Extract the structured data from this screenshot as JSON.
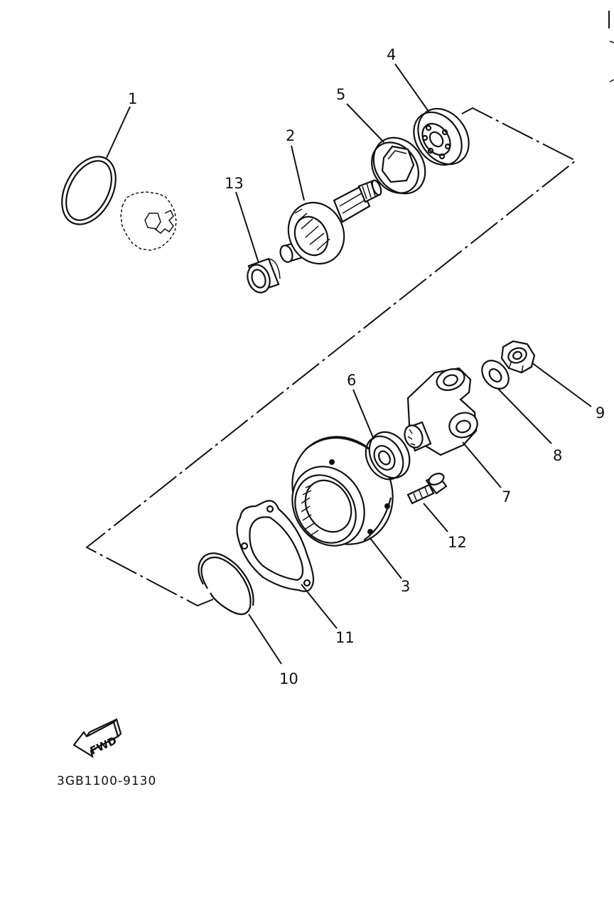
{
  "callouts": {
    "p1": "1",
    "p2": "2",
    "p3": "3",
    "p4": "4",
    "p5": "5",
    "p6": "6",
    "p7": "7",
    "p8": "8",
    "p9": "9",
    "p10": "10",
    "p11": "11",
    "p12": "12",
    "p13": "13"
  },
  "fwd_label": "FWD",
  "drawing_code": "3GB1100-9130",
  "colors": {
    "ink": "#111111",
    "paper": "#ffffff"
  }
}
